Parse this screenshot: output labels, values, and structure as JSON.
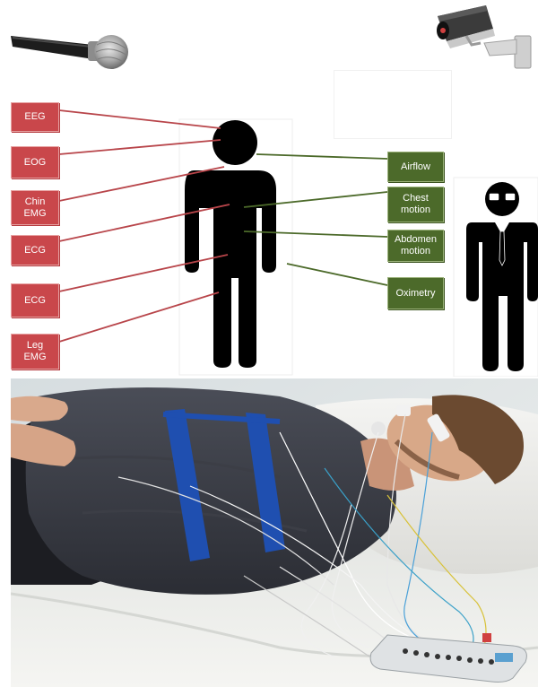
{
  "left_labels": [
    {
      "id": "eeg",
      "text": "EEG"
    },
    {
      "id": "eog",
      "text": "EOG"
    },
    {
      "id": "chin-emg",
      "text": "Chin\nEMG"
    },
    {
      "id": "ecg-1",
      "text": "ECG"
    },
    {
      "id": "ecg-2",
      "text": "ECG"
    },
    {
      "id": "leg-emg",
      "text": "Leg\nEMG"
    }
  ],
  "right_labels": [
    {
      "id": "airflow",
      "text": "Airflow"
    },
    {
      "id": "chest-motion",
      "text": "Chest\nmotion"
    },
    {
      "id": "abdomen-motion",
      "text": "Abdomen\nmotion"
    },
    {
      "id": "oximetry",
      "text": "Oximetry"
    }
  ],
  "icons": {
    "microphone": "microphone-icon",
    "camera": "security-camera-icon",
    "patient": "person-figure-icon",
    "observer": "person-with-glasses-icon"
  },
  "colors": {
    "left_label_bg": "#c9474b",
    "right_label_bg": "#4c6a2a",
    "left_line": "#b8454a",
    "right_line": "#4c6a2a",
    "figure": "#000000",
    "strap": "#1f4fb0"
  }
}
